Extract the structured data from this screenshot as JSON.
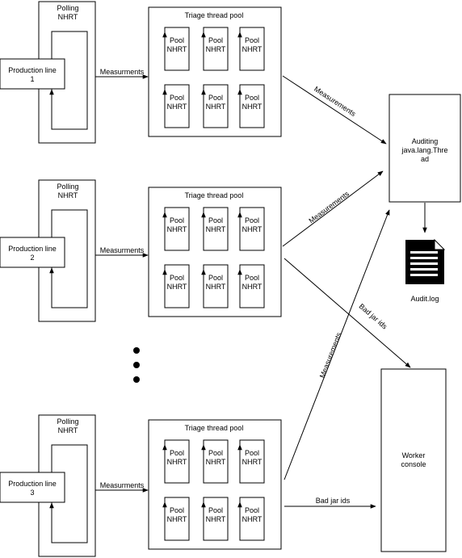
{
  "lines": [
    {
      "polling": [
        "Polling",
        "NHRT"
      ],
      "production": [
        "Production line",
        "1"
      ],
      "measurements_label": "Measurments",
      "pool_title": "Triage thread pool",
      "pool_label": [
        "Pool",
        "NHRT"
      ],
      "to_auditing_label": "Measurements"
    },
    {
      "polling": [
        "Polling",
        "NHRT"
      ],
      "production": [
        "Production line",
        "2"
      ],
      "measurements_label": "Measurments",
      "pool_title": "Triage thread pool",
      "pool_label": [
        "Pool",
        "NHRT"
      ],
      "to_auditing_label": "Measurements",
      "to_console_label": "Bad jar ids"
    },
    {
      "polling": [
        "Polling",
        "NHRT"
      ],
      "production": [
        "Production line",
        "3"
      ],
      "measurements_label": "Measurments",
      "pool_title": "Triage thread pool",
      "pool_label": [
        "Pool",
        "NHRT"
      ],
      "to_auditing_label": "Measurements",
      "to_console_label": "Bad jar ids"
    }
  ],
  "auditing": [
    "Auditing",
    "java.lang.Thre",
    "ad"
  ],
  "audit_log": "Audit.log",
  "worker_console": [
    "Worker",
    "console"
  ],
  "icons": {
    "document": "document-icon",
    "ellipsis": "vertical-ellipsis-icon"
  }
}
